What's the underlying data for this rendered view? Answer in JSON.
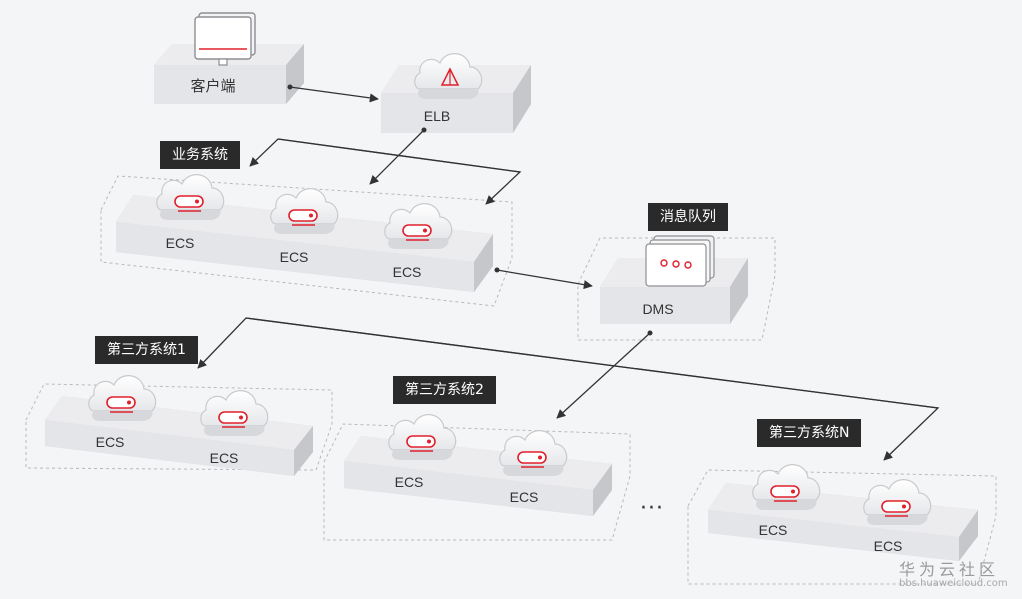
{
  "labels": {
    "client": "客户端",
    "elb": "ELB",
    "business": "业务系统",
    "mq": "消息队列",
    "dms": "DMS",
    "third1": "第三方系统1",
    "third2": "第三方系统2",
    "thirdN": "第三方系统N",
    "ecs": "ECS",
    "ellipsis": "···"
  },
  "watermark": {
    "title": "华为云社区",
    "url": "bbs.huaweicloud.com"
  },
  "colors": {
    "accent": "#e0202c",
    "tag_bg": "#2a2a2a",
    "arrow": "#333333",
    "background": "#f4f5f7"
  },
  "icons": [
    "monitor-icon",
    "load-balancer-icon",
    "ecs-cloud-icon",
    "message-card-icon"
  ]
}
